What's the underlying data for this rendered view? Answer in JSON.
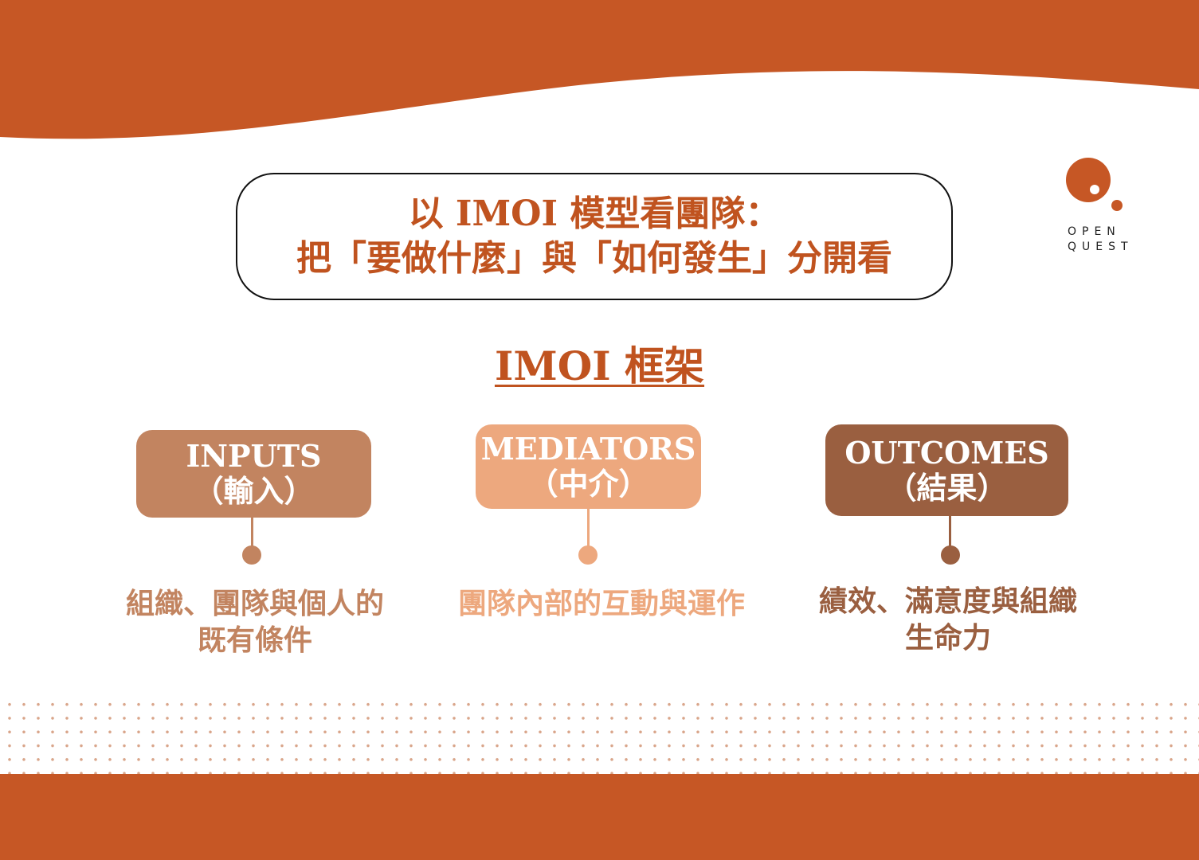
{
  "title": {
    "line1": "以 IMOI 模型看團隊：",
    "line2": "把「要做什麼」與「如何發生」分開看"
  },
  "subtitle": "IMOI 框架",
  "logo": {
    "line1": "OPEN",
    "line2": "QUEST"
  },
  "colors": {
    "brand": "#C65725",
    "inputs": "#C28460",
    "mediators": "#EDA87E",
    "outcomes": "#9A5F40"
  },
  "columns": [
    {
      "label": "INPUTS",
      "sub": "（輸入）",
      "desc1": "組織、團隊與個人的",
      "desc2": "既有條件"
    },
    {
      "label": "MEDIATORS",
      "sub": "（中介）",
      "desc1": "團隊內部的互動與運作",
      "desc2": ""
    },
    {
      "label": "OUTCOMES",
      "sub": "（結果）",
      "desc1": "績效、滿意度與組織",
      "desc2": "生命力"
    }
  ]
}
